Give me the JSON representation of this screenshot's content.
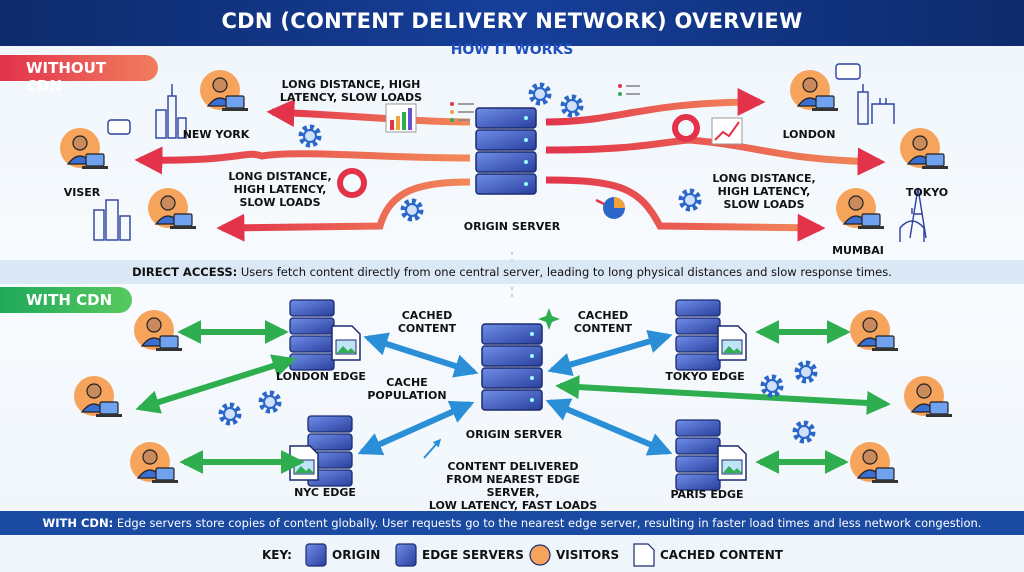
{
  "title": "CDN (CONTENT DELIVERY NETWORK) OVERVIEW",
  "subtitle": "HOW IT WORKS",
  "without": {
    "tag": "WITHOUT CDN",
    "left_users": [
      "NEW YORK",
      "VISER"
    ],
    "right_users": [
      "LONDON",
      "TOKYO",
      "MUMBAI"
    ],
    "server_label": "ORIGIN SERVER",
    "note_top_lines": [
      "LONG DISTANCE, HIGH",
      "LATENCY, SLOW LOADS"
    ],
    "note_left_lines": [
      "LONG DISTANCE,",
      "HIGH LATENCY,",
      "SLOW LOADS"
    ],
    "note_right_lines": [
      "LONG DISTANCE,",
      "HIGH LATENCY,",
      "SLOW LOADS"
    ],
    "banner_lead": "DIRECT ACCESS:",
    "banner_text": " Users fetch content directly from one central server, leading to long physical distances and slow response times."
  },
  "with": {
    "tag": "WITH CDN",
    "edges": [
      "LONDON EDGE",
      "NYC EDGE",
      "TOKYO EDGE",
      "PARIS EDGE"
    ],
    "server_label": "ORIGIN SERVER",
    "cached_left_lines": [
      "CACHED",
      "CONTENT"
    ],
    "cached_right_lines": [
      "CACHED",
      "CONTENT"
    ],
    "cache_pop_lines": [
      "CACHE",
      "POPULATION"
    ],
    "delivered_lines": [
      "CONTENT DELIVERED",
      "FROM NEAREST EDGE SERVER,",
      "LOW LATENCY, FAST LOADS"
    ],
    "banner_lead": "WITH CDN:",
    "banner_text": " Edge servers store copies of content globally. User requests go to the nearest edge server, resulting in faster load times and less network congestion."
  },
  "key": {
    "label": "KEY:",
    "origin": "ORIGIN",
    "edge": "EDGE SERVERS",
    "visitors": "VISITORS",
    "cached": "CACHED CONTENT"
  },
  "colors": {
    "title_band": "#163f9a",
    "without_accent": "#e2334b",
    "with_accent": "#1ea95a",
    "cdn_arrow": "#2b8fd8",
    "bottom_band": "#1b4aa3"
  }
}
